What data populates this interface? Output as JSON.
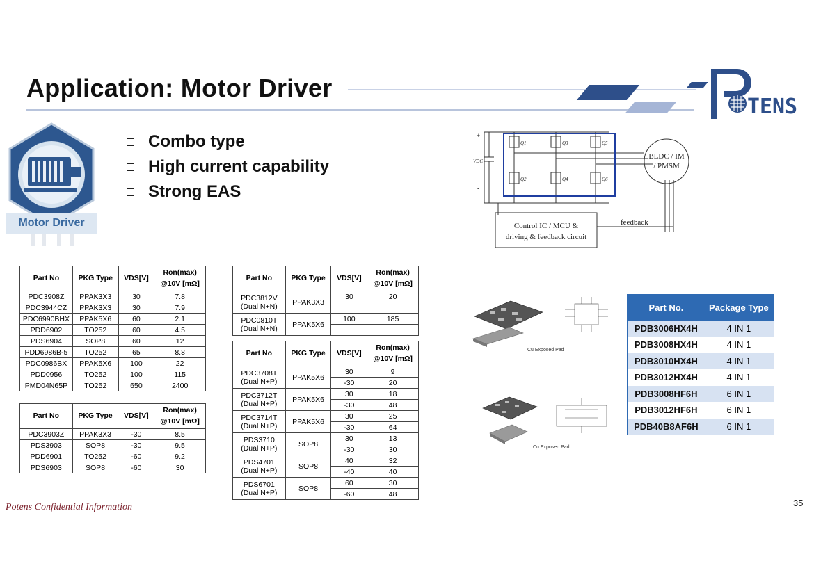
{
  "title": "Application: Motor Driver",
  "logo": {
    "text": "POTENS"
  },
  "icon_caption": "Motor Driver",
  "bullets": [
    "Combo type",
    "High current capability",
    "Strong EAS"
  ],
  "circuit": {
    "plus": "+",
    "minus": "-",
    "vdc": "VDC",
    "q_labels": [
      "Q1",
      "Q3",
      "Q5",
      "Q2",
      "Q4",
      "Q6"
    ],
    "motor": [
      "BLDC / IM",
      "/ PMSM"
    ],
    "control": [
      "Control IC / MCU &",
      "driving & feedback circuit"
    ],
    "feedback": "feedback"
  },
  "headers": {
    "part_no": "Part No",
    "pkg_type": "PKG Type",
    "vds": "VDS[V]",
    "ron_line1": "Ron(max)",
    "ron_line2": "@10V [mΩ]"
  },
  "table_n": [
    [
      "PDC3908Z",
      "PPAK3X3",
      "30",
      "7.8"
    ],
    [
      "PDC3944CZ",
      "PPAK3X3",
      "30",
      "7.9"
    ],
    [
      "PDC6990BHX",
      "PPAK5X6",
      "60",
      "2.1"
    ],
    [
      "PDD6902",
      "TO252",
      "60",
      "4.5"
    ],
    [
      "PDS6904",
      "SOP8",
      "60",
      "12"
    ],
    [
      "PDD6986B-5",
      "TO252",
      "65",
      "8.8"
    ],
    [
      "PDC0986BX",
      "PPAK5X6",
      "100",
      "22"
    ],
    [
      "PDD0956",
      "TO252",
      "100",
      "115"
    ],
    [
      "PMD04N65P",
      "TO252",
      "650",
      "2400"
    ]
  ],
  "table_p": [
    [
      "PDC3903Z",
      "PPAK3X3",
      "-30",
      "8.5"
    ],
    [
      "PDS3903",
      "SOP8",
      "-30",
      "9.5"
    ],
    [
      "PDD6901",
      "TO252",
      "-60",
      "9.2"
    ],
    [
      "PDS6903",
      "SOP8",
      "-60",
      "30"
    ]
  ],
  "table_dual_nn": [
    {
      "part": [
        "PDC3812V",
        "(Dual N+N)"
      ],
      "pkg": "PPAK3X3",
      "vds": [
        "30",
        ""
      ],
      "ron": [
        "20",
        ""
      ]
    },
    {
      "part": [
        "PDC0810T",
        "(Dual N+N)"
      ],
      "pkg": "PPAK5X6",
      "vds": [
        "100",
        ""
      ],
      "ron": [
        "185",
        ""
      ]
    }
  ],
  "table_dual_np": [
    {
      "part": [
        "PDC3708T",
        "(Dual N+P)"
      ],
      "pkg": "PPAK5X6",
      "vds": [
        "30",
        "-30"
      ],
      "ron": [
        "9",
        "20"
      ]
    },
    {
      "part": [
        "PDC3712T",
        "(Dual N+P)"
      ],
      "pkg": "PPAK5X6",
      "vds": [
        "30",
        "-30"
      ],
      "ron": [
        "18",
        "48"
      ]
    },
    {
      "part": [
        "PDC3714T",
        "(Dual N+P)"
      ],
      "pkg": "PPAK5X6",
      "vds": [
        "30",
        "-30"
      ],
      "ron": [
        "25",
        "64"
      ]
    },
    {
      "part": [
        "PDS3710",
        "(Dual N+P)"
      ],
      "pkg": "SOP8",
      "vds": [
        "30",
        "-30"
      ],
      "ron": [
        "13",
        "30"
      ]
    },
    {
      "part": [
        "PDS4701",
        "(Dual N+P)"
      ],
      "pkg": "SOP8",
      "vds": [
        "40",
        "-40"
      ],
      "ron": [
        "32",
        "40"
      ]
    },
    {
      "part": [
        "PDS6701",
        "(Dual N+P)"
      ],
      "pkg": "SOP8",
      "vds": [
        "60",
        "-60"
      ],
      "ron": [
        "30",
        "48"
      ]
    }
  ],
  "package_table": {
    "headers": [
      "Part No.",
      "Package Type"
    ],
    "rows": [
      [
        "PDB3006HX4H",
        "4 IN 1"
      ],
      [
        "PDB3008HX4H",
        "4 IN 1"
      ],
      [
        "PDB3010HX4H",
        "4 IN 1"
      ],
      [
        "PDB3012HX4H",
        "4 IN 1"
      ],
      [
        "PDB3008HF6H",
        "6 IN 1"
      ],
      [
        "PDB3012HF6H",
        "6 IN 1"
      ],
      [
        "PDB40B8AF6H",
        "6 IN 1"
      ]
    ]
  },
  "chip_labels": {
    "pad1": "Cu Exposed Pad",
    "pad2": "Cu Exposed Pad"
  },
  "footer": {
    "confidential": "Potens Confidential Information",
    "page": "35"
  },
  "colors": {
    "brand_blue": "#2e4f8a",
    "table_header_blue": "#2e6ab3",
    "row_light": "#d7e2f2"
  }
}
